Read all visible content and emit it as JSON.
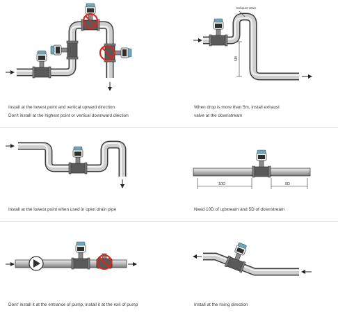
{
  "panels": [
    {
      "id": "p1",
      "captions": [
        "Install at the lowest point and vertical upward direction",
        "Don't install at the highest point or vertical downward diection"
      ],
      "note": ""
    },
    {
      "id": "p2",
      "captions": [
        "When drop is more than 5m, install exhaust",
        "valve at the downstream"
      ],
      "exhaust_label": "Exhaust Valve",
      "dim_label": "5M"
    },
    {
      "id": "p3",
      "captions": [
        "Install at the lowest point when used in open drain pipe"
      ]
    },
    {
      "id": "p4",
      "captions": [
        "Need 10D of upstream and 5D of downstream"
      ],
      "upstream_label": "10D",
      "downstream_label": "5D"
    },
    {
      "id": "p5",
      "captions": [
        "Dont' install it at the entrance of pump, install it at the exit of pump"
      ]
    },
    {
      "id": "p6",
      "captions": [
        "Install at the rising direction"
      ]
    }
  ],
  "colors": {
    "pipe_fill": "#c9c9c9",
    "pipe_stroke": "#3c3c3c",
    "prohibit": "#d9281f",
    "head_cap": "#6fa7b8",
    "body_dark": "#4a4a4a"
  },
  "icons": [
    "flowmeter-icon",
    "prohibited-sign-icon",
    "pump-icon",
    "flow-arrow-icon"
  ]
}
